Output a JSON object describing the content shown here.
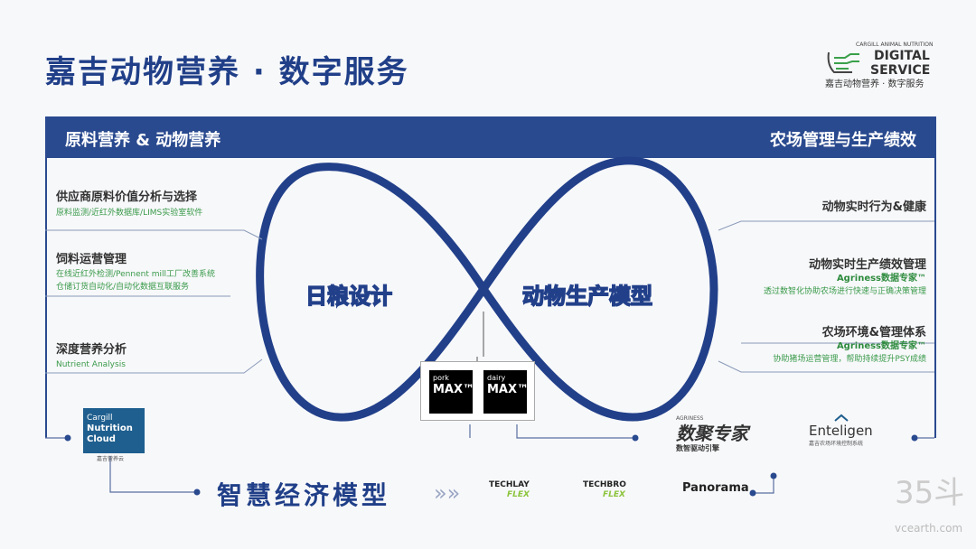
{
  "title": "嘉吉动物营养 · 数字服务",
  "logo": {
    "line1": "CARGILL ANIMAL NUTRITION",
    "line2": "DIGITAL",
    "line3": "SERVICE",
    "line4": "嘉吉动物营养 · 数字服务"
  },
  "band": {
    "left": "原料营养 & 动物营养",
    "right": "农场管理与生产绩效"
  },
  "loop": {
    "left": "日粮设计",
    "right": "动物生产模型"
  },
  "left_items": [
    {
      "title": "供应商原料价值分析与选择",
      "sub1": "原料监测/近红外数据库/LIMS实验室软件",
      "sub2": ""
    },
    {
      "title": "饲料运营管理",
      "sub1": "在线近红外检测/Pennent mill工厂改善系统",
      "sub2": "仓储订货自动化/自动化数据互联服务"
    },
    {
      "title": "深度营养分析",
      "sub1": "Nutrient Analysis",
      "sub2": ""
    }
  ],
  "right_items": [
    {
      "title": "动物实时行为&健康",
      "brand": "",
      "sub": ""
    },
    {
      "title": "动物实时生产绩效管理",
      "brand": "Agriness数据专家™",
      "sub": "透过数智化协助农场进行快速与正确决策管理"
    },
    {
      "title": "农场环境&管理体系",
      "brand": "Agriness数据专家™",
      "sub": "协助猪场运营管理，帮助持续提升PSY成绩"
    }
  ],
  "max": [
    {
      "small": "pork",
      "big": "MAX™"
    },
    {
      "small": "dairy",
      "big": "MAX™"
    }
  ],
  "cnc": {
    "l1": "Cargill",
    "l2": "Nutrition",
    "l3": "Cloud",
    "cap": "嘉吉营养云"
  },
  "smart": "智慧经济模型",
  "arrows": "»»",
  "logos": {
    "agriness_top": "AGRINESS",
    "agriness": "数聚专家",
    "agriness_sub": "数智驱动引擎",
    "enteligen": "Enteligen",
    "enteligen_sub": "嘉吉农场环境控制系统",
    "techlay1": "TECHLAY",
    "techlay2": "FLEX",
    "techbro1": "TECHBRO",
    "techbro2": "FLEX",
    "panorama": "Panorama"
  },
  "watermark": {
    "big": "35斗",
    "small": "vcearth.com"
  }
}
